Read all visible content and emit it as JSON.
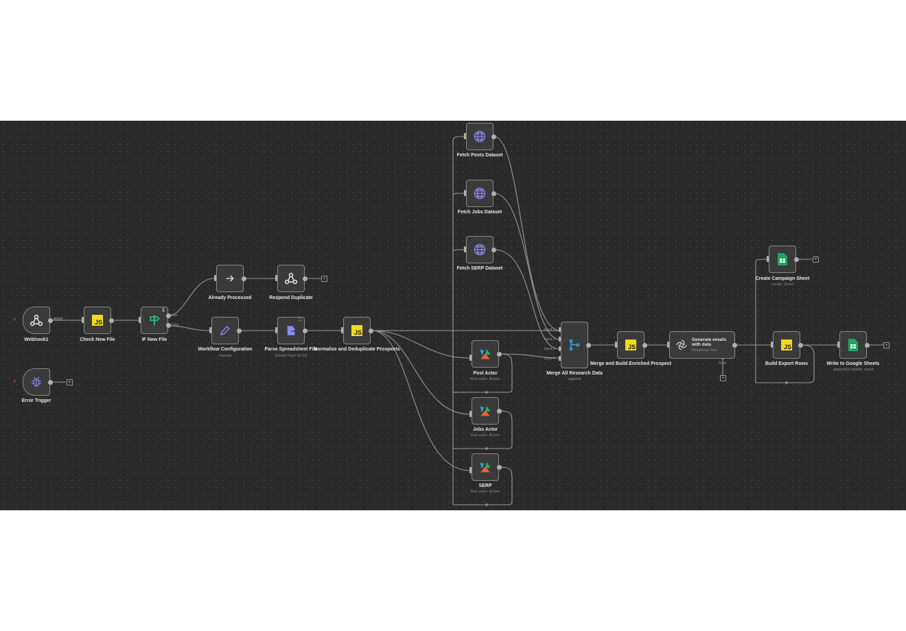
{
  "nodes": {
    "webhook": {
      "label": "Webhook1",
      "icon": "webhook-icon"
    },
    "check_new_file": {
      "label": "Check New File",
      "icon": "js-icon"
    },
    "if_new_file": {
      "label": "IF New File",
      "icon": "if-signpost-icon",
      "badge": "1",
      "out_true": "true",
      "out_false": "false"
    },
    "already_processed": {
      "label": "Already Processed",
      "icon": "arrow-right-icon"
    },
    "respond_duplicate": {
      "label": "Respond Duplicate",
      "icon": "webhook-icon"
    },
    "workflow_config": {
      "label": "Workflow Configuration",
      "sub": "manual",
      "icon": "pencil-icon"
    },
    "parse_spreadsheet": {
      "label": "Parse Spreadsheet File",
      "sub": "Extract From XLSX",
      "icon": "file-extract-icon"
    },
    "normalize": {
      "label": "Normalize and Deduplicate Prospects",
      "icon": "js-icon"
    },
    "fetch_posts": {
      "label": "Fetch Posts Dataset",
      "icon": "globe-icon"
    },
    "fetch_jobs": {
      "label": "Fetch Jobs Dataset",
      "icon": "globe-icon"
    },
    "fetch_serp": {
      "label": "Fetch SERP Dataset",
      "icon": "globe-icon"
    },
    "post_actor": {
      "label": "Post Actor",
      "sub": "Run actor: Actors",
      "icon": "apify-icon"
    },
    "jobs_actor": {
      "label": "Jobs Actor",
      "sub": "Run actor: Actors",
      "icon": "apify-icon"
    },
    "serp_actor": {
      "label": "SERP",
      "sub": "Run actor: Actors",
      "icon": "apify-icon"
    },
    "merge_all": {
      "label": "Merge All Research Data",
      "sub": "append",
      "icon": "merge-icon",
      "inputs": [
        "Input 1",
        "Input 2",
        "Input 3",
        "Input 4"
      ]
    },
    "merge_build": {
      "label": "Merge and Build Enriched Prospect",
      "icon": "js-icon"
    },
    "generate_emails": {
      "title": "Generate emails with data",
      "sub": "Response Text",
      "icon": "openai-icon",
      "tools_label": "Tools"
    },
    "create_campaign": {
      "label": "Create Campaign Sheet",
      "sub": "create: sheet",
      "icon": "google-sheets-icon"
    },
    "build_export": {
      "label": "Build Export Rows",
      "icon": "js-icon"
    },
    "write_sheets": {
      "label": "Write to Google Sheets",
      "sub": "appendOrUpdate: sheet",
      "icon": "google-sheets-icon"
    },
    "error_trigger": {
      "label": "Error Trigger",
      "icon": "bug-icon"
    }
  },
  "wire_labels": {
    "webhook_out": "POST"
  },
  "js_text": "JS",
  "plus_text": "+",
  "colors": {
    "canvas": "#2a2a2a",
    "node": "#3a3a3a",
    "js": "#f0db1a",
    "trigger_bolt": "#e3473a",
    "globe": "#8b8cf0",
    "sheets": "#20a464"
  }
}
